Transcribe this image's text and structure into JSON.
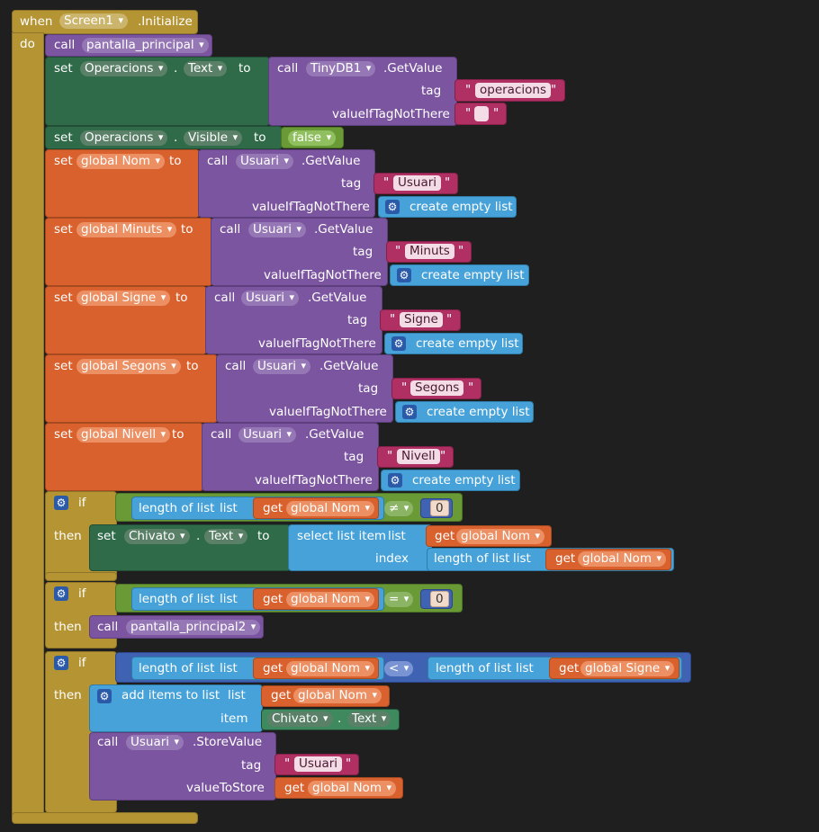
{
  "event": {
    "when": "when",
    "component": "Screen1",
    "event_name": ".Initialize",
    "do": "do"
  },
  "kw": {
    "call": "call",
    "set": "set",
    "to": "to",
    "get": "get",
    "dot": ".",
    "if": "if",
    "then": "then",
    "tag": "tag",
    "valueIfTagNotThere": "valueIfTagNotThere",
    "valueToStore": "valueToStore",
    "length_of_list": "length of list",
    "list": "list",
    "select_list_item": "select list item",
    "index": "index",
    "add_items": "add items to list",
    "item": "item",
    "create_empty_list": "create empty list",
    "quote": "\""
  },
  "procs": {
    "p1": "pantalla_principal",
    "p2": "pantalla_principal2"
  },
  "components": {
    "operacions": "Operacions",
    "tinydb": "TinyDB1",
    "usuari": "Usuari",
    "chivato": "Chivato"
  },
  "props": {
    "text": "Text",
    "visible": "Visible"
  },
  "methods": {
    "getvalue": ".GetValue",
    "storevalue": ".StoreValue"
  },
  "strings": {
    "operacions": "operacions",
    "usuari": "Usuari",
    "minuts": "Minuts",
    "signe": "Signe",
    "segons": "Segons",
    "nivell": "Nivell",
    "empty": ""
  },
  "logic": {
    "false": "false"
  },
  "vars": {
    "nom": "global Nom",
    "minuts": "global Minuts",
    "signe": "global Signe",
    "segons": "global Segons",
    "nivell": "global Nivell"
  },
  "ops": {
    "neq": "≠",
    "eq": "=",
    "lt": "<"
  },
  "numbers": {
    "zero": "0"
  },
  "colors": {
    "event": "#b49433",
    "procedure": "#7b55a0",
    "component_set": "#2f6b48",
    "variable": "#d9612d",
    "text": "#b03064",
    "lists": "#46a2d8",
    "logic": "#6a9a36",
    "math": "#3f62b2",
    "background": "#1f1f1f"
  },
  "icons": {
    "mutator": "gear-icon"
  }
}
